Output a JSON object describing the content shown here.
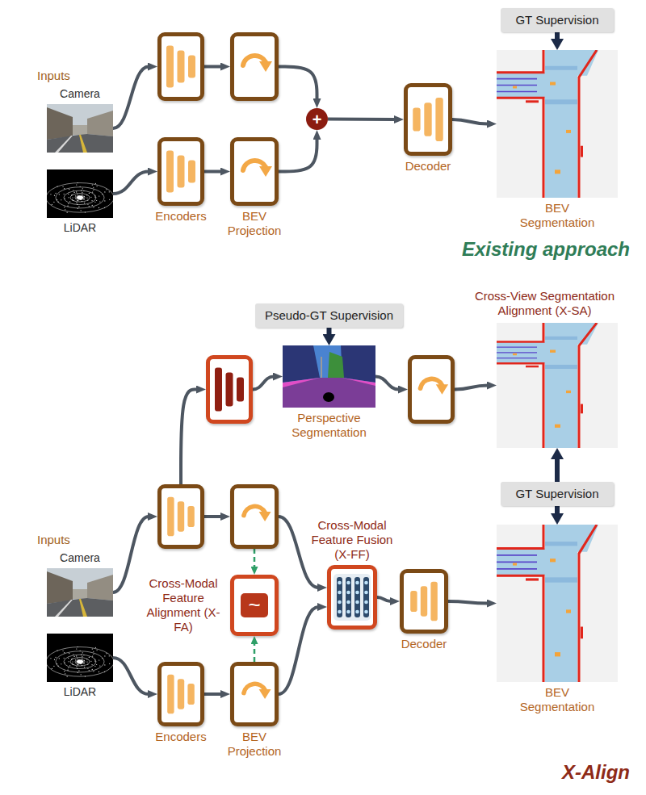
{
  "diagram": {
    "nodes": [
      {
        "text": [
          "Existing approach"
        ]
      },
      {
        "text": [
          "Inputs"
        ],
        "in": 0
      },
      {
        "text": [
          "Camera"
        ],
        "in": 1
      },
      {
        "text": [
          "LiDAR"
        ],
        "in": 1
      },
      {
        "text": [],
        "in": 0
      },
      {
        "text": [
          "Encoders"
        ],
        "in": 0
      },
      {
        "text": [],
        "in": 0
      },
      {
        "text": [
          "BEV Projection"
        ],
        "in": 0
      },
      {
        "text": [
          "+"
        ],
        "in": 0
      },
      {
        "text": [
          "Decoder"
        ],
        "in": 0
      },
      {
        "text": [
          "GT Supervision"
        ],
        "in": 0
      },
      {
        "text": [
          "BEV Segmentation"
        ],
        "in": 0
      },
      {
        "text": [
          "X-Align"
        ]
      },
      {
        "text": [
          "Cross-View Segmentation Alignment (X-SA)"
        ],
        "in": 12
      },
      {
        "text": [
          "Pseudo-GT Supervision"
        ],
        "in": 13
      },
      {
        "text": [],
        "in": 13
      },
      {
        "text": [
          "Perspective Segmentation"
        ],
        "in": 13
      },
      {
        "text": [],
        "in": 13
      },
      {
        "text": [],
        "in": 13
      },
      {
        "text": [
          "Inputs"
        ],
        "in": 12
      },
      {
        "text": [
          "Camera"
        ],
        "in": 19
      },
      {
        "text": [
          "LiDAR"
        ],
        "in": 19
      },
      {
        "text": [],
        "in": 12
      },
      {
        "text": [
          "Encoders"
        ],
        "in": 12
      },
      {
        "text": [],
        "in": 12
      },
      {
        "text": [
          "BEV Projection"
        ],
        "in": 12
      },
      {
        "text": [
          "~",
          "Cross-Modal Feature Alignment (X-FA)"
        ],
        "in": 12
      },
      {
        "text": [
          "Cross-Modal Feature Fusion (X-FF)"
        ],
        "in": 12
      },
      {
        "text": [
          "Decoder"
        ],
        "in": 12
      },
      {
        "text": [
          "GT Supervision"
        ],
        "in": 12
      },
      {
        "text": [
          "BEV Segmentation"
        ],
        "in": 12
      }
    ],
    "edges": [
      {
        "from": 2,
        "to": 4,
        "arrow": "to"
      },
      {
        "from": 3,
        "to": 5,
        "arrow": "to"
      },
      {
        "from": 4,
        "to": 6,
        "arrow": "to"
      },
      {
        "from": 5,
        "to": 7,
        "arrow": "to"
      },
      {
        "from": 6,
        "to": 8,
        "arrow": "to"
      },
      {
        "from": 7,
        "to": 8,
        "arrow": "to"
      },
      {
        "from": 8,
        "to": 9,
        "arrow": "to"
      },
      {
        "from": 9,
        "to": 11,
        "arrow": "to"
      },
      {
        "from": 10,
        "to": 11,
        "arrow": "to"
      },
      {
        "from": 14,
        "to": 16,
        "arrow": "to"
      },
      {
        "from": 22,
        "to": 15,
        "arrow": "to"
      },
      {
        "from": 15,
        "to": 16,
        "arrow": "to"
      },
      {
        "from": 16,
        "to": 17,
        "arrow": "to"
      },
      {
        "from": 17,
        "to": 18,
        "arrow": "to"
      },
      {
        "from": 20,
        "to": 22,
        "arrow": "to"
      },
      {
        "from": 21,
        "to": 23,
        "arrow": "to"
      },
      {
        "from": 22,
        "to": 24,
        "arrow": "to"
      },
      {
        "from": 23,
        "to": 25,
        "arrow": "to"
      },
      {
        "from": 24,
        "to": 26,
        "arrow": "to"
      },
      {
        "from": 25,
        "to": 26,
        "arrow": "to"
      },
      {
        "from": 24,
        "to": 27,
        "arrow": "to"
      },
      {
        "from": 25,
        "to": 27,
        "arrow": "to"
      },
      {
        "from": 27,
        "to": 28,
        "arrow": "to"
      },
      {
        "from": 28,
        "to": 30,
        "arrow": "to"
      },
      {
        "from": 29,
        "to": 30,
        "arrow": "to"
      },
      {
        "from": 29,
        "to": 18,
        "arrow": "to"
      }
    ]
  }
}
